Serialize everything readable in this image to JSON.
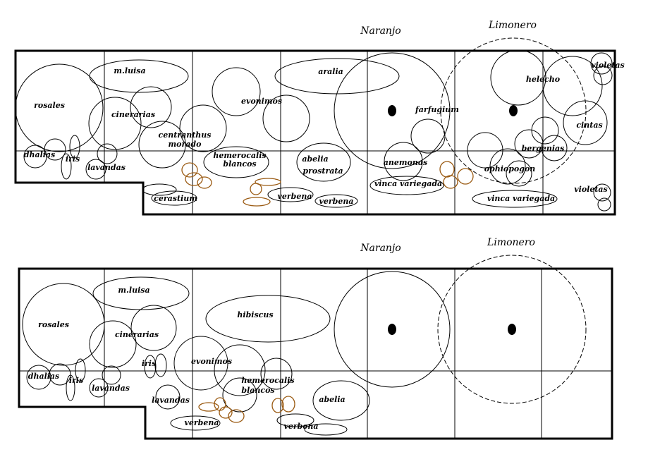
{
  "plan_top": {
    "trees": {
      "naranjo": "Naranjo",
      "limonero": "Limonero"
    },
    "labels": {
      "m_luisa": "m.luisa",
      "rosales": "rosales",
      "cinerarias": "cinerarias",
      "centranthus": "centranthus",
      "morado": "morado",
      "evonimos": "evonimos",
      "aralia": "aralia",
      "farfugium": "farfugium",
      "helecho": "helecho",
      "violetas_top": "violetas",
      "cintas": "cintas",
      "dhalias": "dhalias",
      "iris": "iris",
      "lavandas": "lavandas",
      "hemerocalis": "hemerocalis",
      "blancos": "blancos",
      "abelia": "abelia",
      "prostrata": "prostrata",
      "anemonas": "anemonas",
      "bergenias": "bergenias",
      "ophiopogon": "ophiopogon",
      "cerastium": "cerastium",
      "verbena_1": "verbena",
      "verbena_2": "verbena",
      "vinca_1": "vinca variegada",
      "vinca_2": "vinca variegada",
      "violetas_bottom": "violetas"
    }
  },
  "plan_bottom": {
    "trees": {
      "naranjo": "Naranjo",
      "limonero": "Limonero"
    },
    "labels": {
      "m_luisa": "m.luisa",
      "rosales": "rosales",
      "cinerarias": "cinerarias",
      "hibiscus": "hibiscus",
      "iris_1": "iris",
      "evonimos": "evonimos",
      "dhalias": "dhalias",
      "iris_2": "iris",
      "lavandas_1": "lavandas",
      "lavandas_2": "lavandas",
      "hemerocalis": "hemerocalis",
      "blancos": "blancos",
      "abelia": "abelia",
      "verbena_1": "verbena",
      "verbena_2": "verbena"
    }
  }
}
